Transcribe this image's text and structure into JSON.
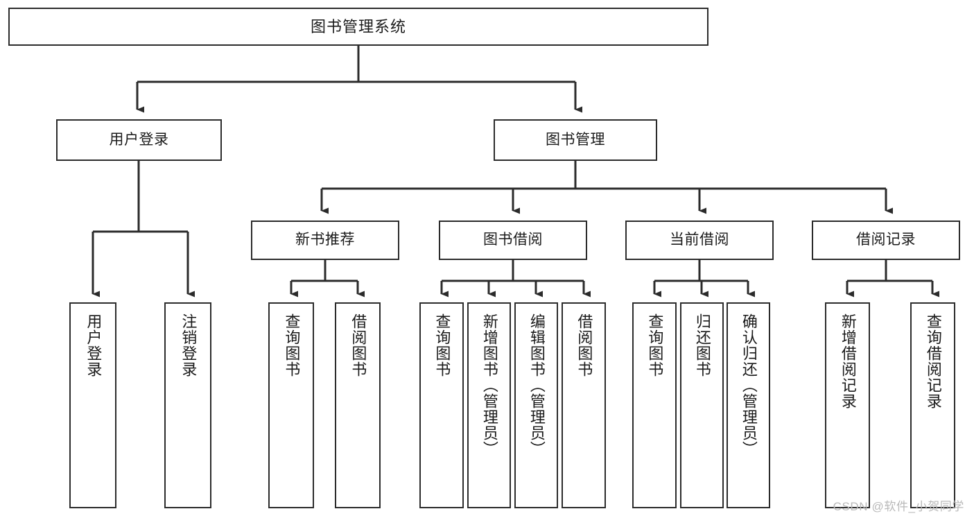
{
  "diagram": {
    "title": "图书管理系统",
    "type": "tree-hierarchy",
    "colors": {
      "box_border": "#2b2b2b",
      "box_fill": "#ffffff",
      "connector": "#2b2b2b",
      "text": "#1a1a1a",
      "watermark": "#b9b9b9",
      "background": "#ffffff"
    },
    "nodes": {
      "root": {
        "label": "图书管理系统",
        "level": 0
      },
      "user_login": {
        "label": "用户登录",
        "level": 1
      },
      "book_manage": {
        "label": "图书管理",
        "level": 1
      },
      "new_book_rec": {
        "label": "新书推荐",
        "level": 2
      },
      "book_borrow": {
        "label": "图书借阅",
        "level": 2
      },
      "current_borrow": {
        "label": "当前借阅",
        "level": 2
      },
      "borrow_record": {
        "label": "借阅记录",
        "level": 2
      },
      "leaf_user_login": {
        "label": "用户登录",
        "level": 3
      },
      "leaf_logout": {
        "label": "注销登录",
        "level": 3
      },
      "leaf_query_book_1": {
        "label": "查询图书",
        "level": 3
      },
      "leaf_borrow_book_1": {
        "label": "借阅图书",
        "level": 3
      },
      "leaf_query_book_2": {
        "label": "查询图书",
        "level": 3
      },
      "leaf_add_book": {
        "label": "新增图书（管理员）",
        "level": 3
      },
      "leaf_edit_book": {
        "label": "编辑图书（管理员）",
        "level": 3
      },
      "leaf_borrow_book_2": {
        "label": "借阅图书",
        "level": 3
      },
      "leaf_query_book_3": {
        "label": "查询图书",
        "level": 3
      },
      "leaf_return_book": {
        "label": "归还图书",
        "level": 3
      },
      "leaf_confirm_return": {
        "label": "确认归还（管理员）",
        "level": 3
      },
      "leaf_add_record": {
        "label": "新增借阅记录",
        "level": 3
      },
      "leaf_query_record": {
        "label": "查询借阅记录",
        "level": 3
      }
    },
    "edges": [
      {
        "from": "root",
        "to": "user_login"
      },
      {
        "from": "root",
        "to": "book_manage"
      },
      {
        "from": "book_manage",
        "to": "new_book_rec"
      },
      {
        "from": "book_manage",
        "to": "book_borrow"
      },
      {
        "from": "book_manage",
        "to": "current_borrow"
      },
      {
        "from": "book_manage",
        "to": "borrow_record"
      },
      {
        "from": "user_login",
        "to": "leaf_user_login"
      },
      {
        "from": "user_login",
        "to": "leaf_logout"
      },
      {
        "from": "new_book_rec",
        "to": "leaf_query_book_1"
      },
      {
        "from": "new_book_rec",
        "to": "leaf_borrow_book_1"
      },
      {
        "from": "book_borrow",
        "to": "leaf_query_book_2"
      },
      {
        "from": "book_borrow",
        "to": "leaf_add_book"
      },
      {
        "from": "book_borrow",
        "to": "leaf_edit_book"
      },
      {
        "from": "book_borrow",
        "to": "leaf_borrow_book_2"
      },
      {
        "from": "current_borrow",
        "to": "leaf_query_book_3"
      },
      {
        "from": "current_borrow",
        "to": "leaf_return_book"
      },
      {
        "from": "current_borrow",
        "to": "leaf_confirm_return"
      },
      {
        "from": "borrow_record",
        "to": "leaf_add_record"
      },
      {
        "from": "borrow_record",
        "to": "leaf_query_record"
      }
    ]
  },
  "watermark": {
    "text": "CSDN @软件_小贺同学"
  }
}
